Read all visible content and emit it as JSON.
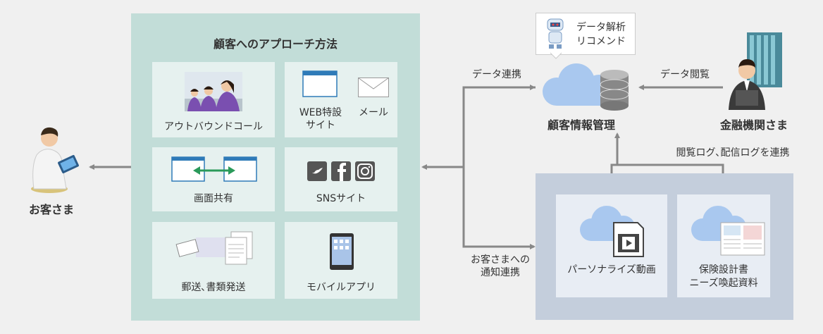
{
  "customer_label": "お客さま",
  "approach": {
    "title": "顧客へのアプローチ方法",
    "tiles": [
      {
        "label": "アウトバウンドコール"
      },
      {
        "label1": "WEB特設",
        "label2": "サイト",
        "label3": "メール"
      },
      {
        "label": "画面共有"
      },
      {
        "label": "SNSサイト"
      },
      {
        "label": "郵送､書類発送"
      },
      {
        "label": "モバイルアプリ"
      }
    ]
  },
  "center": {
    "data_link_label": "データ連携",
    "notify_label1": "お客さまへの",
    "notify_label2": "通知連携",
    "robot_label1": "データ解析",
    "robot_label2": "リコメンド",
    "crm_label": "顧客情報管理",
    "data_view_label": "データ閲覧",
    "bank_label": "金融機関さま",
    "log_label": "閲覧ログ､配信ログを連携"
  },
  "outputs": [
    {
      "label": "パーソナライズ動画"
    },
    {
      "label1": "保険設計書",
      "label2": "ニーズ喚起資料"
    }
  ],
  "colors": {
    "approach_panel": "#c2ddd8",
    "tile": "#e6f1ef",
    "output_panel": "#c4cedc",
    "arrow": "#888888",
    "cloud": "#a9c8ef"
  }
}
